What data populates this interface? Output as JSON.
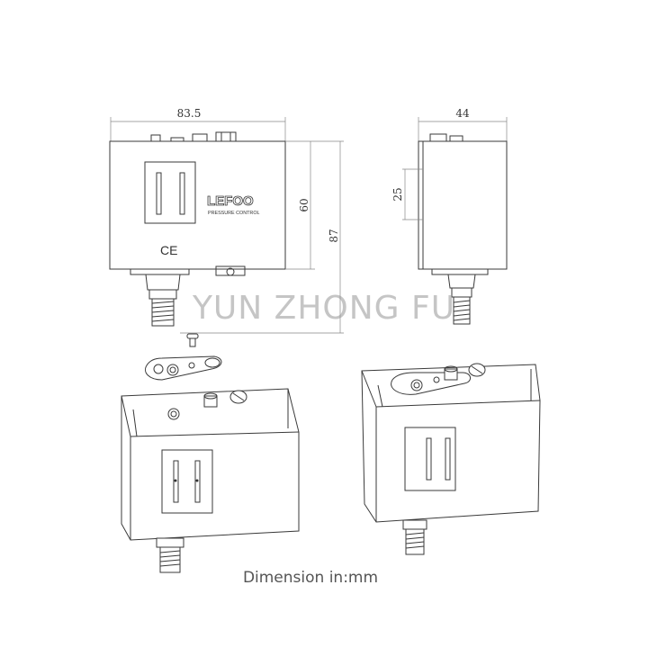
{
  "dimensions": {
    "front_width": "83.5",
    "front_height": "60",
    "overall_height": "87",
    "side_width": "44",
    "side_offset": "25"
  },
  "product": {
    "brand": "LEFOO",
    "subtitle": "PRESSURE CONTROL",
    "mark": "CE"
  },
  "watermark": "YUN ZHONG FU",
  "caption": "Dimension in:mm",
  "colors": {
    "line": "#3a3a3a",
    "watermark": "#969696",
    "caption": "#555555"
  }
}
